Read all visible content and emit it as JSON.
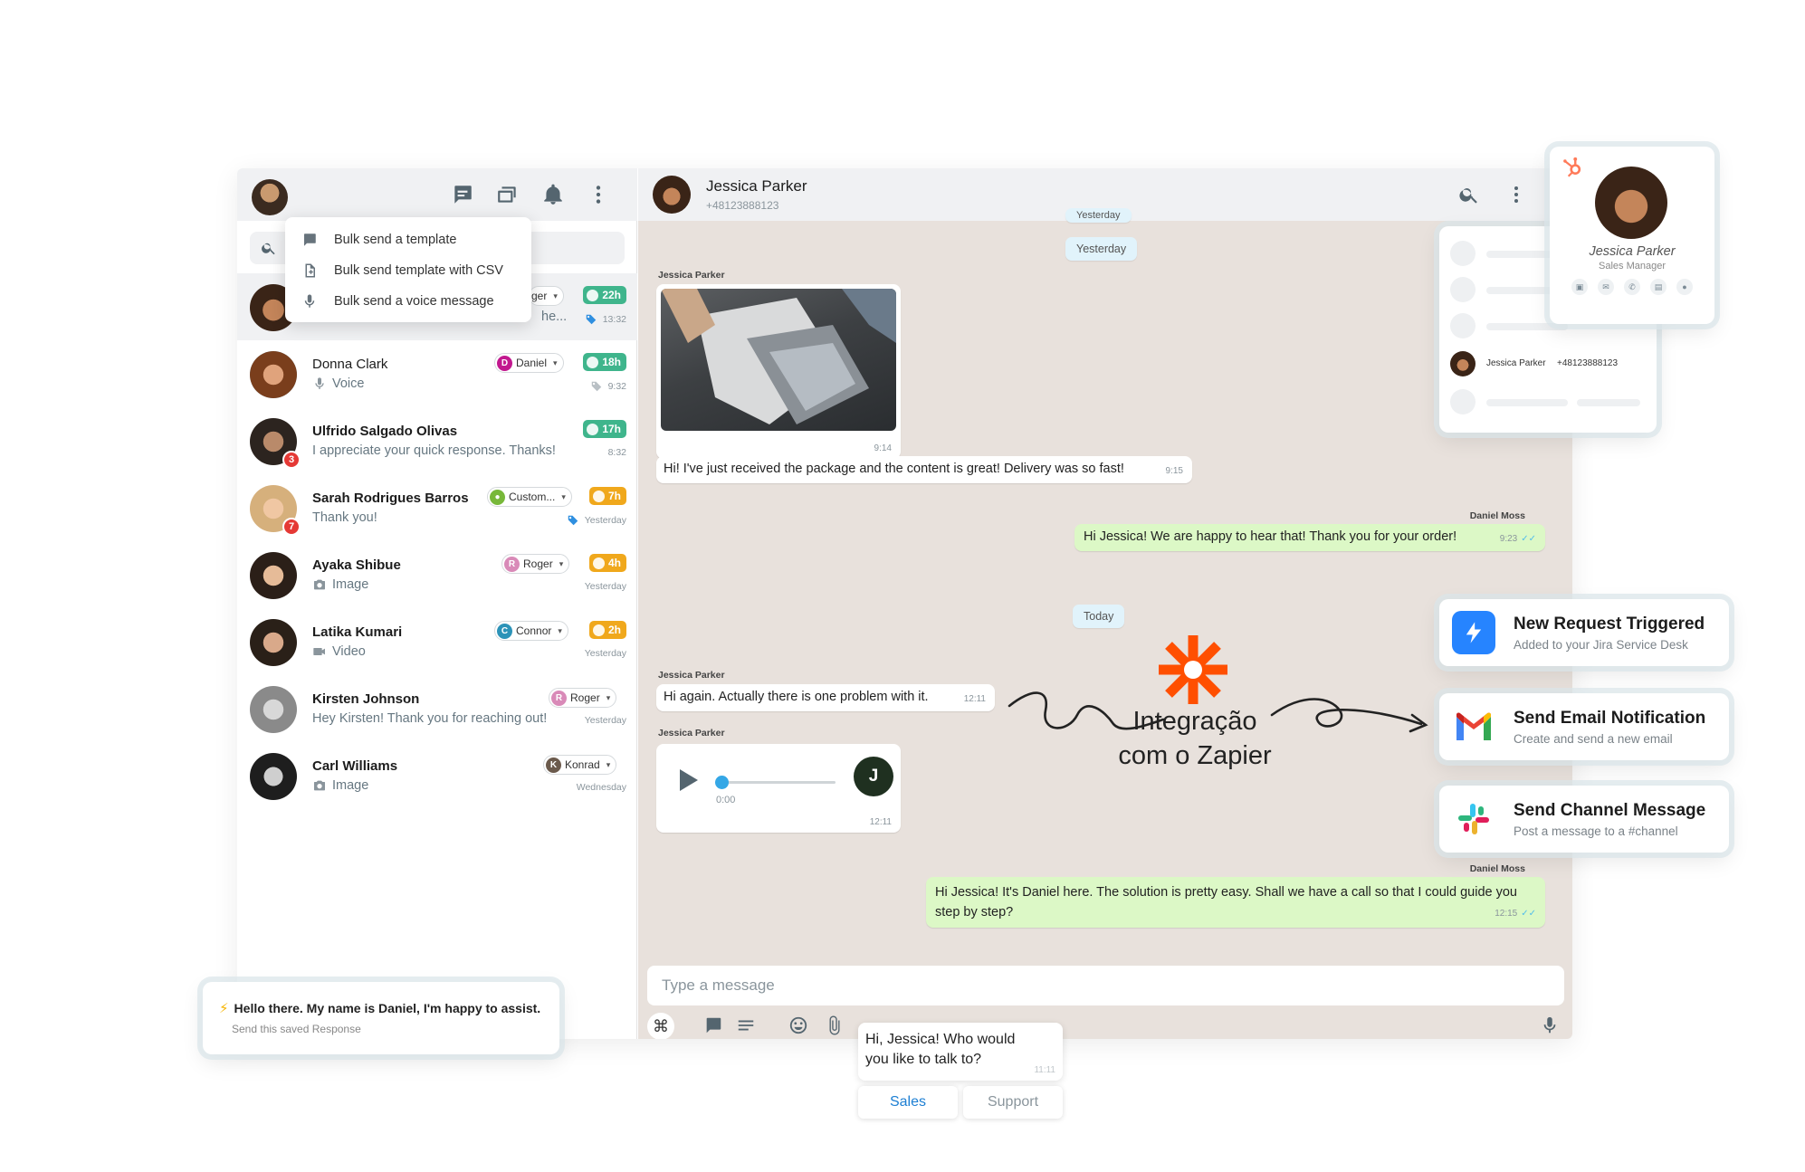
{
  "sidebar": {
    "dropdown": [
      {
        "label": "Bulk send a template"
      },
      {
        "label": "Bulk send template with CSV"
      },
      {
        "label": "Bulk send a voice message"
      }
    ],
    "chats": [
      {
        "name": "",
        "preview": "he...",
        "time": "13:32",
        "agent": "ger",
        "timer": "22h",
        "timer_color": "#3fb58c",
        "agent_color": "#ffffff",
        "agent_letter": ""
      },
      {
        "name": "Donna Clark",
        "preview": "Voice",
        "time": "9:32",
        "agent": "Daniel",
        "agent_letter": "D",
        "agent_color": "#c2188f",
        "timer": "18h",
        "timer_color": "#3fb58c"
      },
      {
        "name": "Ulfrido Salgado Olivas",
        "preview": "I appreciate your quick response. Thanks!",
        "time": "8:32",
        "timer": "17h",
        "timer_color": "#3fb58c",
        "unread": "3"
      },
      {
        "name": "Sarah Rodrigues Barros",
        "preview": "Thank you!",
        "time": "Yesterday",
        "agent": "Custom...",
        "agent_letter": "",
        "agent_color": "#78b83a",
        "timer": "7h",
        "timer_color": "#f0a81c",
        "unread": "7"
      },
      {
        "name": "Ayaka Shibue",
        "preview": "Image",
        "time": "Yesterday",
        "agent": "Roger",
        "agent_letter": "R",
        "agent_color": "#d98ab8",
        "timer": "4h",
        "timer_color": "#f0a81c"
      },
      {
        "name": "Latika Kumari",
        "preview": "Video",
        "time": "Yesterday",
        "agent": "Connor",
        "agent_letter": "C",
        "agent_color": "#2c93b8",
        "timer": "2h",
        "timer_color": "#f0a81c"
      },
      {
        "name": "Kirsten Johnson",
        "preview": "Hey Kirsten! Thank you for reaching out!",
        "time": "Yesterday",
        "agent": "Roger",
        "agent_letter": "R",
        "agent_color": "#d98ab8"
      },
      {
        "name": "Carl Williams",
        "preview": "Image",
        "time": "Wednesday",
        "agent": "Konrad",
        "agent_letter": "K",
        "agent_color": "#6b5a4c"
      }
    ]
  },
  "conversation": {
    "contact_name": "Jessica Parker",
    "contact_phone": "+48123888123",
    "date_yesterday_top": "Yesterday",
    "date_yesterday": "Yesterday",
    "date_today": "Today",
    "msgs": {
      "img_sender": "Jessica Parker",
      "img_time": "9:14",
      "m1_text": "Hi! I've just received the package and the content is great! Delivery was so fast!",
      "m1_time": "9:15",
      "m2_sender": "Daniel Moss",
      "m2_text": "Hi Jessica! We are happy to hear that! Thank you for your order!",
      "m2_time": "9:23",
      "m3_sender": "Jessica Parker",
      "m3_text": "Hi again. Actually there is one problem with it.",
      "m3_time": "12:11",
      "audio_sender": "Jessica Parker",
      "audio_elapsed": "0:00",
      "audio_time": "12:11",
      "audio_avatar": "J",
      "m4_sender": "Daniel Moss",
      "m4_text": "Hi Jessica! It's Daniel here. The solution is pretty easy. Shall we have a call so that I could guide you step by step?",
      "m4_time": "12:15"
    },
    "input_placeholder": "Type a message"
  },
  "hubspot": {
    "name": "Jessica Parker",
    "role": "Sales Manager"
  },
  "contacts_card": {
    "name": "Jessica Parker",
    "phone": "+48123888123"
  },
  "zapier": {
    "label_line1": "Integração",
    "label_line2": "com o Zapier",
    "cards": [
      {
        "title": "New Request Triggered",
        "subtitle": "Added to your Jira Service Desk"
      },
      {
        "title": "Send Email Notification",
        "subtitle": "Create and send a new email"
      },
      {
        "title": "Send Channel Message",
        "subtitle": "Post a message to a #channel"
      }
    ]
  },
  "saved_response": {
    "title": "Hello there. My name is Daniel, I'm happy to assist.",
    "subtitle": "Send this saved Response"
  },
  "interactive": {
    "text": "Hi, Jessica! Who would you like to talk to?",
    "time": "11:11",
    "buttons": [
      "Sales",
      "Support"
    ]
  },
  "colors": {
    "accent_green": "#dcf8c6",
    "timer_green": "#3fb58c",
    "timer_orange": "#f0a81c",
    "zapier_orange": "#ff4f00",
    "link_blue": "#1d7fd3"
  }
}
